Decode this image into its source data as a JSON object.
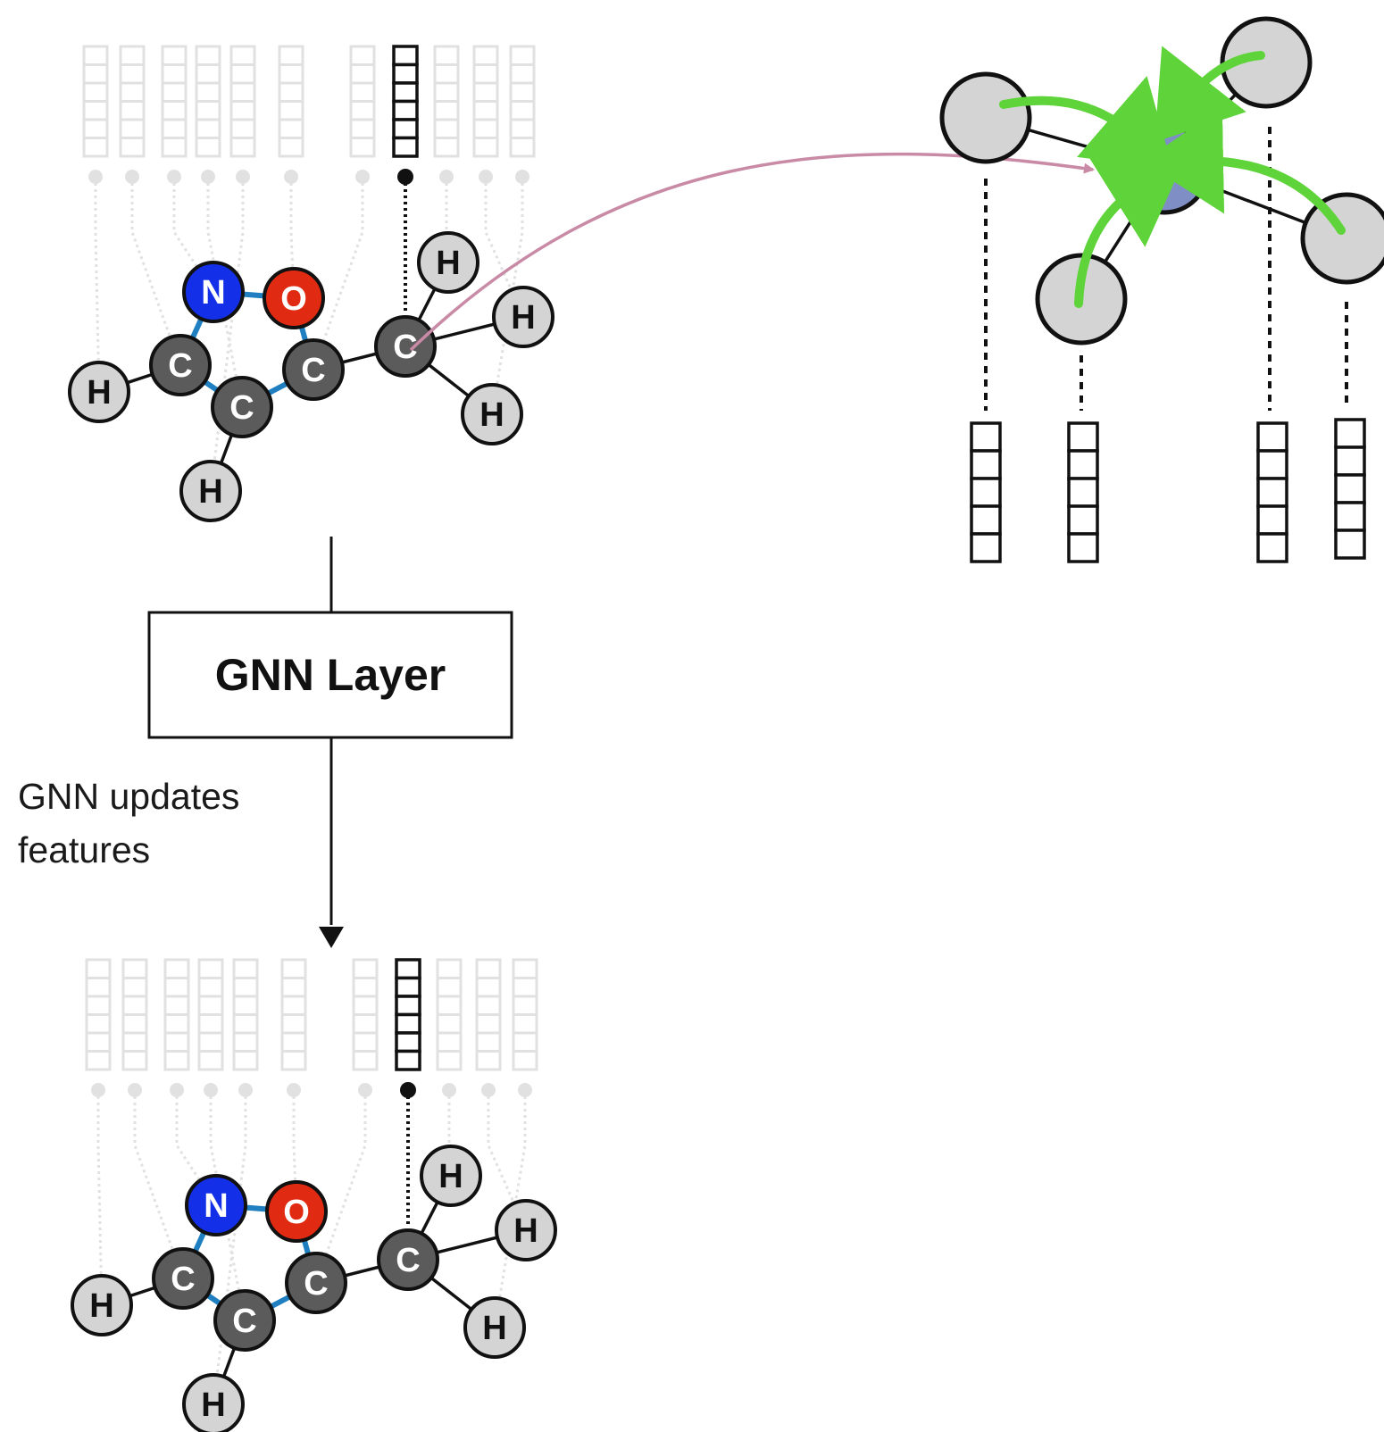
{
  "layer_box": {
    "label": "GNN Layer"
  },
  "caption": {
    "line1": "GNN updates",
    "line2": "features"
  },
  "molecules": [
    {
      "name": "input-molecule",
      "atoms": [
        {
          "id": "N1",
          "label": "N",
          "kind": "nitrogen"
        },
        {
          "id": "O1",
          "label": "O",
          "kind": "oxygen"
        },
        {
          "id": "C1",
          "label": "C",
          "kind": "carbon"
        },
        {
          "id": "C2",
          "label": "C",
          "kind": "carbon"
        },
        {
          "id": "C3",
          "label": "C",
          "kind": "carbon"
        },
        {
          "id": "C4",
          "label": "C",
          "kind": "carbon"
        },
        {
          "id": "H1",
          "label": "H",
          "kind": "hydrogen"
        },
        {
          "id": "H2",
          "label": "H",
          "kind": "hydrogen"
        },
        {
          "id": "H3",
          "label": "H",
          "kind": "hydrogen"
        },
        {
          "id": "H4",
          "label": "H",
          "kind": "hydrogen"
        },
        {
          "id": "H5",
          "label": "H",
          "kind": "hydrogen"
        }
      ]
    },
    {
      "name": "output-molecule",
      "atoms": [
        {
          "id": "N1",
          "label": "N",
          "kind": "nitrogen"
        },
        {
          "id": "O1",
          "label": "O",
          "kind": "oxygen"
        },
        {
          "id": "C1",
          "label": "C",
          "kind": "carbon"
        },
        {
          "id": "C2",
          "label": "C",
          "kind": "carbon"
        },
        {
          "id": "C3",
          "label": "C",
          "kind": "carbon"
        },
        {
          "id": "C4",
          "label": "C",
          "kind": "carbon"
        },
        {
          "id": "H1",
          "label": "H",
          "kind": "hydrogen"
        },
        {
          "id": "H2",
          "label": "H",
          "kind": "hydrogen"
        },
        {
          "id": "H3",
          "label": "H",
          "kind": "hydrogen"
        },
        {
          "id": "H4",
          "label": "H",
          "kind": "hydrogen"
        },
        {
          "id": "H5",
          "label": "H",
          "kind": "hydrogen"
        }
      ]
    }
  ],
  "feature_vectors": {
    "per_atom": 11,
    "cells_per_vector": 6,
    "highlighted_index": 8
  },
  "neighborhood": {
    "neighbor_count": 4,
    "cells_per_vector": 5
  },
  "colors": {
    "nitrogen": "#1330e8",
    "oxygen": "#e12a12",
    "carbon": "#5b5b5b",
    "hydrogen": "#d4d4d4",
    "aromatic_bond": "#1f7fc0",
    "faded": "#e1e1e1",
    "center_node": "#7f8fc6",
    "neighbor_node": "#d4d4d4",
    "message_arrow": "#5fd43a",
    "zoom_arrow": "#c98aa6"
  }
}
